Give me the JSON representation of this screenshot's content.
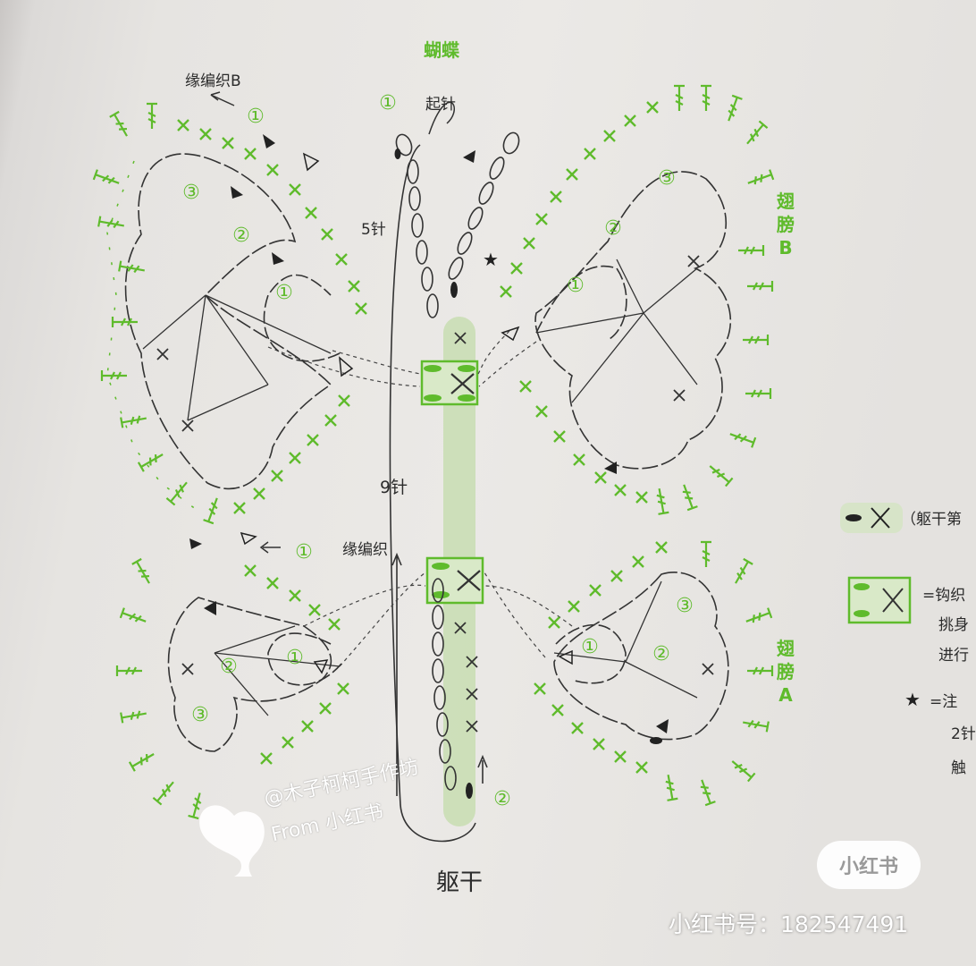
{
  "diagram": {
    "title": "蝴蝶",
    "wing_b_label": "翅膀B",
    "wing_a_label": "翅膀A",
    "body_label": "躯干",
    "edge_b_label": "缘编织B",
    "start_label": "起针",
    "stitch_5_label": "5针",
    "stitch_9_label": "9针",
    "edge_label": "缘编织",
    "markers": [
      "①",
      "②",
      "③"
    ],
    "colors": {
      "green": "#5fbb2c",
      "ink": "#333333",
      "body_strip": "#c8ddb2",
      "paper": "#ebe9e6"
    }
  },
  "legend": {
    "item1": "（躯干第",
    "item2_line1": "=钩织",
    "item2_line2": "挑身",
    "item2_line3": "进行",
    "item3_symbol": "★",
    "item3_line1": "=注",
    "item3_line2": "2针",
    "item3_line3": "触"
  },
  "watermark": {
    "user": "@木子柯柯手作坊",
    "from": "From 小红书",
    "badge": "小红书",
    "id_label": "小红书号：182547491"
  }
}
